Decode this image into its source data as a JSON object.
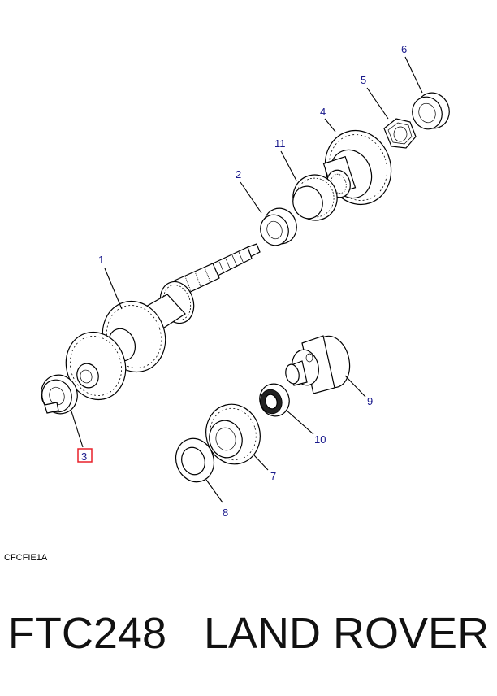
{
  "diagram": {
    "callouts": [
      "1",
      "2",
      "3",
      "4",
      "5",
      "6",
      "7",
      "8",
      "9",
      "10",
      "11"
    ],
    "highlighted_callout": "3",
    "highlight_color": "#e8202a",
    "callout_color": "#1a1a8c",
    "reference_code": "CFCFIE1A"
  },
  "caption": {
    "part_number": "FTC248",
    "brand": "LAND ROVER"
  }
}
